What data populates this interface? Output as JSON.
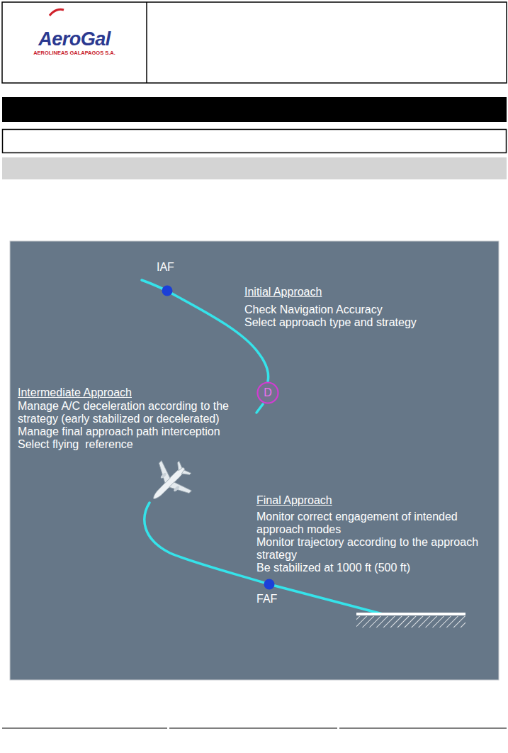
{
  "diagram": {
    "nodes": [
      {
        "text": [
          "AeroGal",
          "AEROLINEAS GALAPAGOS S.A."
        ]
      },
      {
        "text": [
          "D"
        ]
      }
    ],
    "labels": [
      "IAF",
      "Initial Approach",
      "Check Navigation Accuracy",
      "Select approach type and strategy",
      "Intermediate Approach",
      "Manage A/C deceleration according to the strategy (early stabilized or decelerated)",
      "Manage final approach path interception",
      "Select flying  reference",
      "Final Approach",
      "Monitor correct engagement of intended approach modes",
      "Monitor trajectory according to the approach strategy",
      "Be stabilized at 1000 ft (500 ft)",
      "FAF"
    ]
  }
}
